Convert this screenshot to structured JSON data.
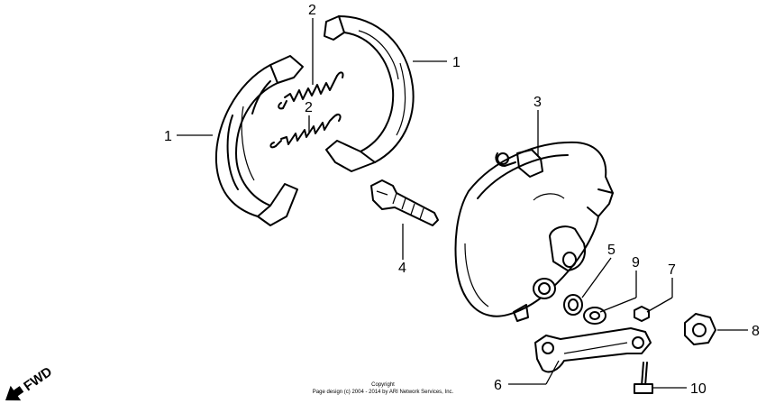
{
  "diagram": {
    "callouts": {
      "c1_left": "1",
      "c1_right": "1",
      "c2_top": "2",
      "c2_mid": "2",
      "c3": "3",
      "c4": "4",
      "c5": "5",
      "c6": "6",
      "c7": "7",
      "c8": "8",
      "c9": "9",
      "c10": "10"
    },
    "copyright_line1": "Copyright",
    "copyright_line2": "Page design (c) 2004 - 2014 by ARI Network Services, Inc.",
    "fwd_label": "FWD"
  }
}
